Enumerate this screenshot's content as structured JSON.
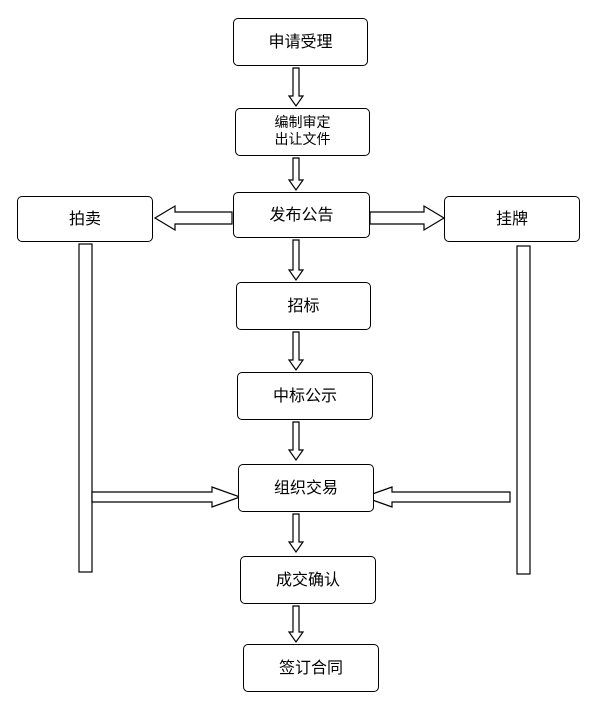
{
  "nodes": {
    "accept": "申请受理",
    "prepare": "编制审定\n出让文件",
    "announce": "发布公告",
    "auction": "拍卖",
    "listing": "挂牌",
    "tender": "招标",
    "winner_notice": "中标公示",
    "organize": "组织交易",
    "confirm": "成交确认",
    "contract": "签订合同"
  }
}
